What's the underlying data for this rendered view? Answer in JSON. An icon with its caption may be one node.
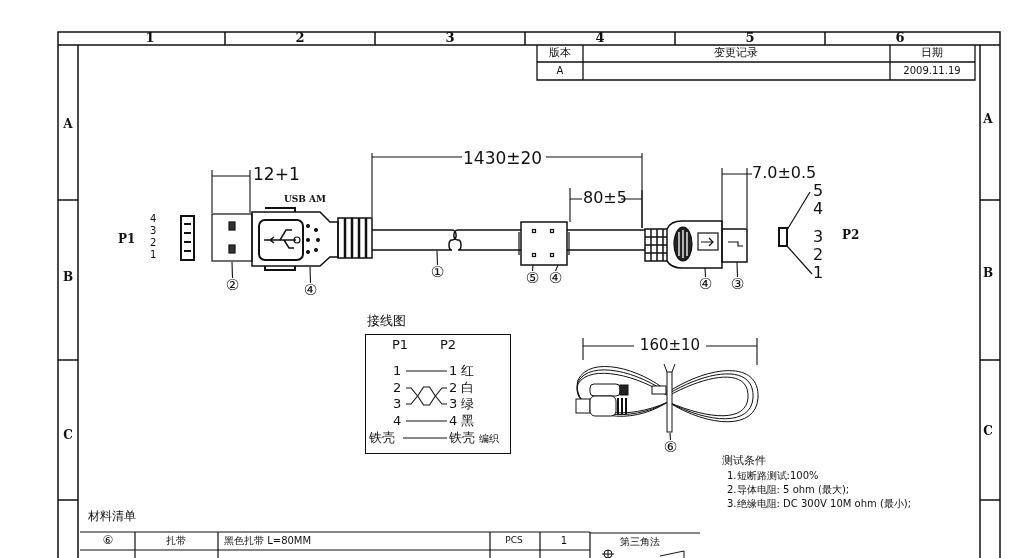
{
  "diagram": {
    "nodes": [
      {
        "text": [
          "②"
        ]
      },
      {
        "text": [
          "④"
        ]
      },
      {
        "text": [
          "①"
        ]
      },
      {
        "text": [
          "⑤"
        ]
      },
      {
        "text": [
          "④"
        ]
      },
      {
        "text": [
          "④"
        ]
      },
      {
        "text": [
          "③"
        ]
      },
      {
        "text": [
          "⑥"
        ]
      },
      {
        "text": [
          "接线图"
        ]
      },
      {
        "text": [
          "1"
        ],
        "in": 8
      },
      {
        "text": [
          "2"
        ],
        "in": 8
      },
      {
        "text": [
          "3"
        ],
        "in": 8
      },
      {
        "text": [
          "4"
        ],
        "in": 8
      },
      {
        "text": [
          "铁壳"
        ],
        "in": 8
      },
      {
        "text": [
          "1",
          "红"
        ],
        "in": 8
      },
      {
        "text": [
          "2",
          "白"
        ],
        "in": 8
      },
      {
        "text": [
          "3",
          "绿"
        ],
        "in": 8
      },
      {
        "text": [
          "4",
          "黑"
        ],
        "in": 8
      },
      {
        "text": [
          "铁壳"
        ],
        "in": 8,
        "beside": [
          "编织"
        ]
      }
    ],
    "edges": [
      {
        "from": 0,
        "to": null,
        "arrow": "none"
      },
      {
        "from": 1,
        "to": null,
        "arrow": "none"
      },
      {
        "from": 2,
        "to": null,
        "arrow": "none"
      },
      {
        "from": 3,
        "to": null,
        "arrow": "none"
      },
      {
        "from": 4,
        "to": null,
        "arrow": "none"
      },
      {
        "from": 5,
        "to": null,
        "arrow": "none"
      },
      {
        "from": 6,
        "to": null,
        "arrow": "none"
      },
      {
        "from": 7,
        "to": null,
        "arrow": "none"
      },
      {
        "from": 9,
        "to": 14,
        "arrow": "none"
      },
      {
        "from": 10,
        "to": 15,
        "arrow": "none"
      },
      {
        "from": 11,
        "to": 16,
        "arrow": "none"
      },
      {
        "from": 12,
        "to": 17,
        "arrow": "none"
      },
      {
        "from": 13,
        "to": 18,
        "arrow": "none"
      }
    ],
    "labels": [
      "1",
      "2",
      "3",
      "4",
      "5",
      "6",
      "版本",
      "变更记录",
      "日期",
      "A",
      "2009.11.19",
      "A",
      "A",
      "12+1",
      "1430±20",
      "80±5",
      "7.0±0.5",
      "USB AM",
      "P1",
      "4",
      "3",
      "2",
      "1",
      "5",
      "4",
      "3",
      "2",
      "1",
      "P2",
      "B",
      "B",
      "P1",
      "P2",
      "160±10",
      "C",
      "C",
      "测试条件",
      "1.短断路测试:100%",
      "2.导体电阻: 5 ohm (最大);",
      "3.绝缘电阻: DC 300V 10M ohm (最小);",
      "材料清单",
      "⑥",
      "扎带",
      "黑色扎带 L=80MM",
      "PCS",
      "1",
      "第三角法"
    ]
  }
}
